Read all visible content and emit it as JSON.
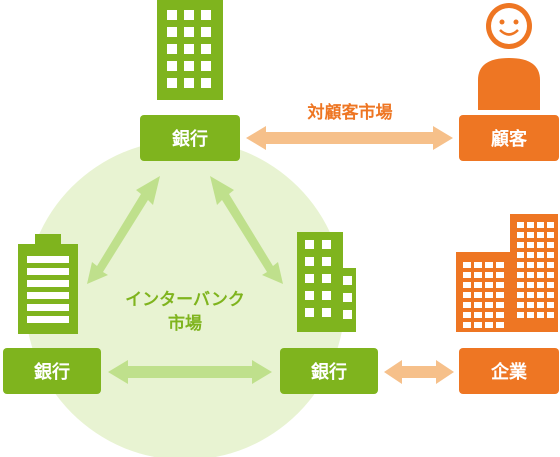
{
  "colors": {
    "bank_green": "#7fb41e",
    "light_green_circle": "#e8f3d2",
    "arrow_green": "#bfe08c",
    "orange": "#ee7623",
    "arrow_orange": "#f6c08a",
    "window_white": "#ffffff"
  },
  "nodes": {
    "bank_top": "銀行",
    "bank_left": "銀行",
    "bank_right": "銀行",
    "customer": "顧客",
    "company": "企業"
  },
  "markets": {
    "interbank_line1": "インターバンク",
    "interbank_line2": "市場",
    "customer_market": "対顧客市場"
  },
  "icons": {
    "bank_top_building": "office-building-icon",
    "bank_left_building": "battery-building-icon",
    "bank_right_building": "office-building-icon",
    "customer_person": "smiling-person-icon",
    "company_buildings": "company-buildings-icon"
  }
}
